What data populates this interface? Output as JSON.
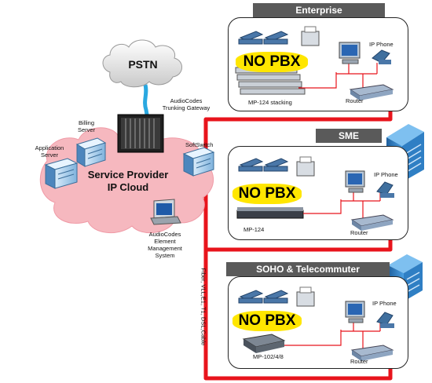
{
  "pstn": "PSTN",
  "gateway_label": "AudioCodes\nTrunking Gateway",
  "billing_label": "Billing\nServer",
  "app_server_label": "Application\nServer",
  "softswitch_label": "SoftSwitch",
  "cloud_label": "Service Provider\nIP Cloud",
  "ems_label": "AudioCodes\nElement\nManagement\nSystem",
  "access_label": "Fiber, VLL,E1, T1, DSL,Cable",
  "panels": [
    {
      "header": "Enterprise",
      "badge": "NO PBX",
      "device_label": "MP-124 stacking",
      "ip_phone": "IP Phone",
      "router": "Router"
    },
    {
      "header": "SME",
      "badge": "NO PBX",
      "device_label": "MP-124",
      "ip_phone": "IP Phone",
      "router": "Router"
    },
    {
      "header": "SOHO & Telecommuter",
      "badge": "NO PBX",
      "device_label": "MP-102/4/8",
      "ip_phone": "IP Phone",
      "router": "Router"
    }
  ],
  "colors": {
    "link": "#e8141c",
    "cloud": "#f6b8bf",
    "header": "#5a5a5a",
    "badge": "#ffe600",
    "building": "#2f7fc4"
  }
}
